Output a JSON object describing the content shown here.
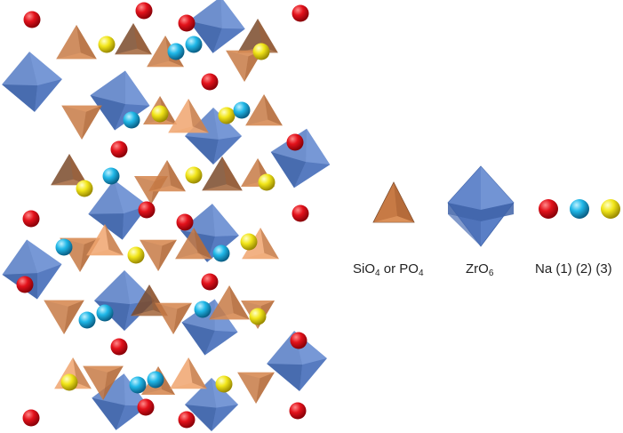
{
  "legend": {
    "tetrahedron": {
      "formula_a": "SiO",
      "sub_a": "4",
      "connector": " or ",
      "formula_b": "PO",
      "sub_b": "4"
    },
    "octahedron": {
      "formula": "ZrO",
      "sub": "6"
    },
    "sodium": {
      "label": "Na (1) (2) (3)"
    }
  },
  "colors": {
    "tetra_main": "#c77a45",
    "tetra_dark": "#7a4a2a",
    "tetra_light": "#f0a56e",
    "octa_main": "#5a7fc6",
    "octa_dark": "#3f63a8",
    "na1": "#e3121b",
    "na2": "#20b8e8",
    "na3": "#f2e61a"
  }
}
